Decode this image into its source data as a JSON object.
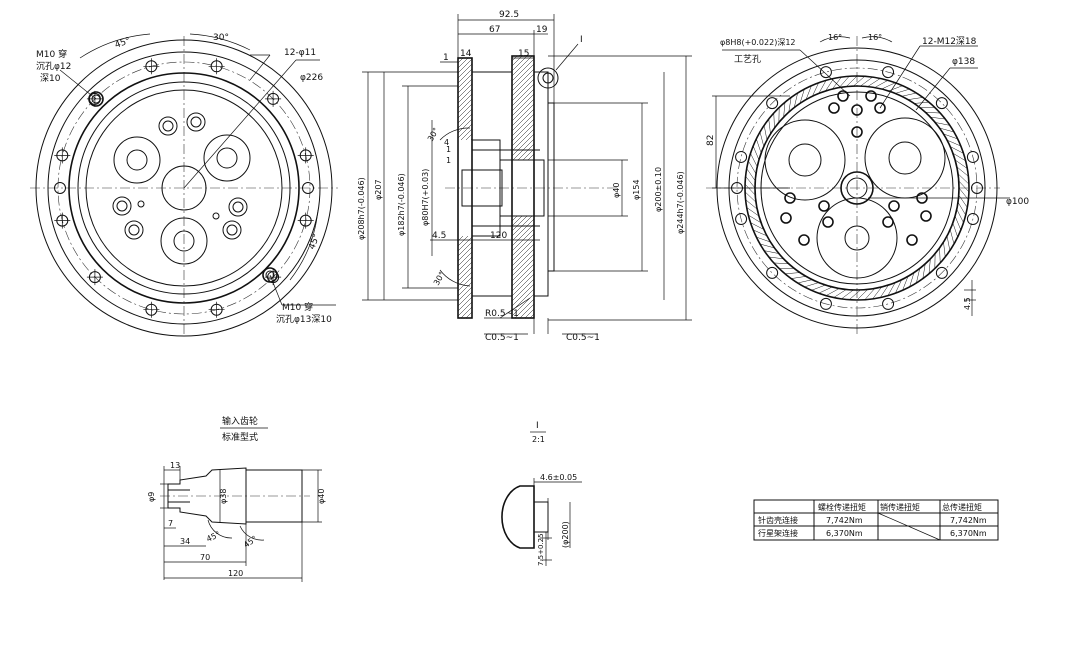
{
  "front_view": {
    "labels": {
      "m10_a": "M10 穿",
      "m10_a2": "沉孔φ12",
      "m10_a3": "深10",
      "ang45_top": "45°",
      "ang30": "30°",
      "holes12": "12-φ11",
      "dia226": "φ226",
      "ang45_right": "45°",
      "m10_b": "M10 穿",
      "m10_b2": "沉孔φ13深10"
    }
  },
  "section_view": {
    "labels": {
      "d925": "92.5",
      "d67": "67",
      "d19": "19",
      "d14": "14",
      "d15": "15",
      "d1a": "1",
      "detail": "I",
      "d1b": "1",
      "d4": "4",
      "d1c": "1",
      "d45": "4.5",
      "d120": "120",
      "ang30a": "30°",
      "ang30b": "30°",
      "dia208": "φ208h7(-0.046)",
      "dia207": "φ207",
      "dia182": "φ182h7(-0.046)",
      "dia80": "φ80H7(+0.03)",
      "dia40": "φ40",
      "dia154": "φ154",
      "dia200": "φ200±0.10",
      "dia244": "φ244h7(-0.046)",
      "r05": "R0.5~1",
      "c05a": "C0.5~1",
      "c05b": "C0.5~1"
    }
  },
  "rear_view": {
    "labels": {
      "pin": "φ8H8(+0.022)深12",
      "process_hole": "工艺孔",
      "ang16a": "16°",
      "ang16b": "16°",
      "m12": "12-M12深18",
      "dia138": "φ138",
      "d82": "82",
      "dia100": "φ100",
      "d45b": "4.5"
    }
  },
  "gear_detail": {
    "title1": "输入齿轮",
    "title2": "标准型式",
    "labels": {
      "d13": "13",
      "dia9": "φ9",
      "dia38": "φ38",
      "dia40": "φ40",
      "d7": "7",
      "d34": "34",
      "ang45a": "45°",
      "ang45b": "45°",
      "d70": "70",
      "d120": "120"
    }
  },
  "detail_I": {
    "title": "I",
    "scale": "2:1",
    "labels": {
      "d46": "4.6±0.05",
      "d75": "7.5+0.25",
      "dia200": "(φ200)"
    }
  },
  "torque_table": {
    "headers": [
      "",
      "螺栓传递扭矩",
      "销传递扭矩",
      "总传递扭矩"
    ],
    "rows": [
      [
        "针齿壳连接",
        "7,742Nm",
        "",
        "7,742Nm"
      ],
      [
        "行星架连接",
        "6,370Nm",
        "",
        "6,370Nm"
      ]
    ]
  }
}
